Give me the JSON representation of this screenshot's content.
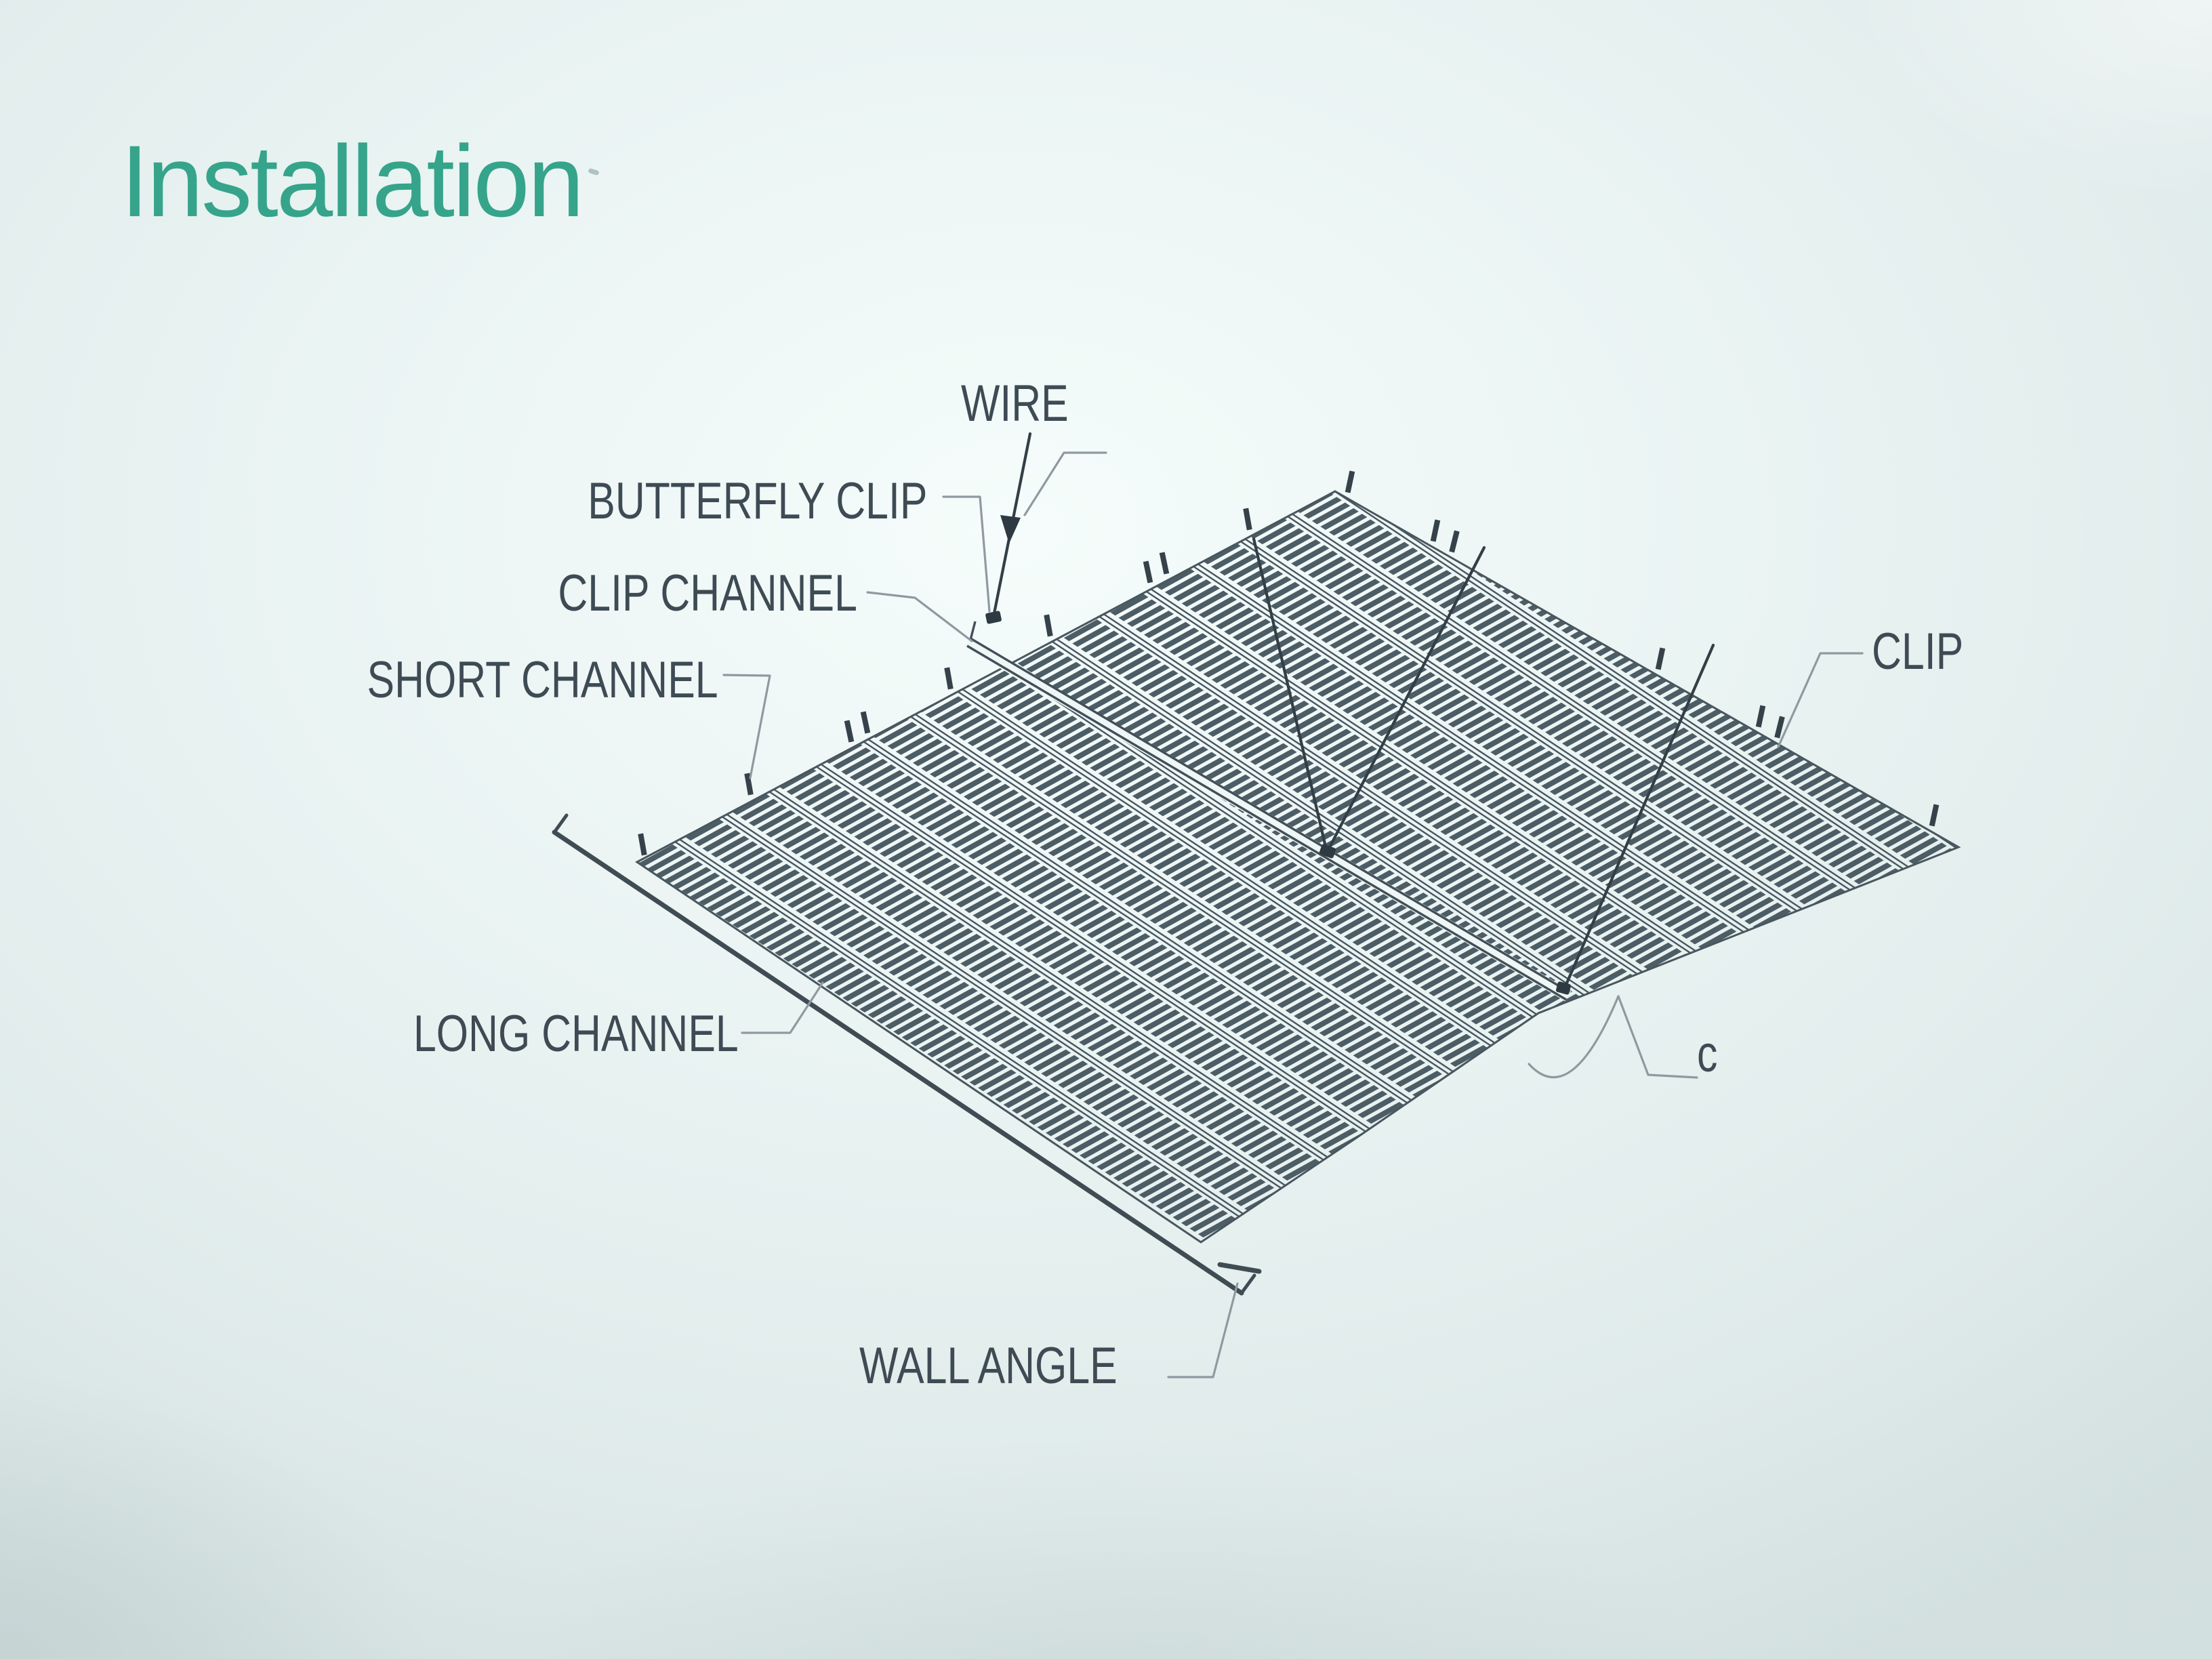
{
  "title": {
    "text": "Installation",
    "color": "#35a48b"
  },
  "diagram": {
    "type": "isometric line drawing of suspended ceiling grid installation",
    "labels": {
      "wire": "WIRE",
      "butterfly_clip": "BUTTERFLY CLIP",
      "clip_channel": "CLIP CHANNEL",
      "short_channel": "SHORT CHANNEL",
      "long_channel": "LONG CHANNEL",
      "wall_angle": "WALL ANGLE",
      "clip": "CLIP",
      "detail_marker": "c"
    },
    "colors": {
      "label_text": "#3e4b54",
      "leader_line": "#8e9aa0",
      "grid_line": "#4d5d66",
      "rail_line": "#41505a",
      "wire_line": "#333f46",
      "page_background": "#e7f1f0"
    }
  }
}
